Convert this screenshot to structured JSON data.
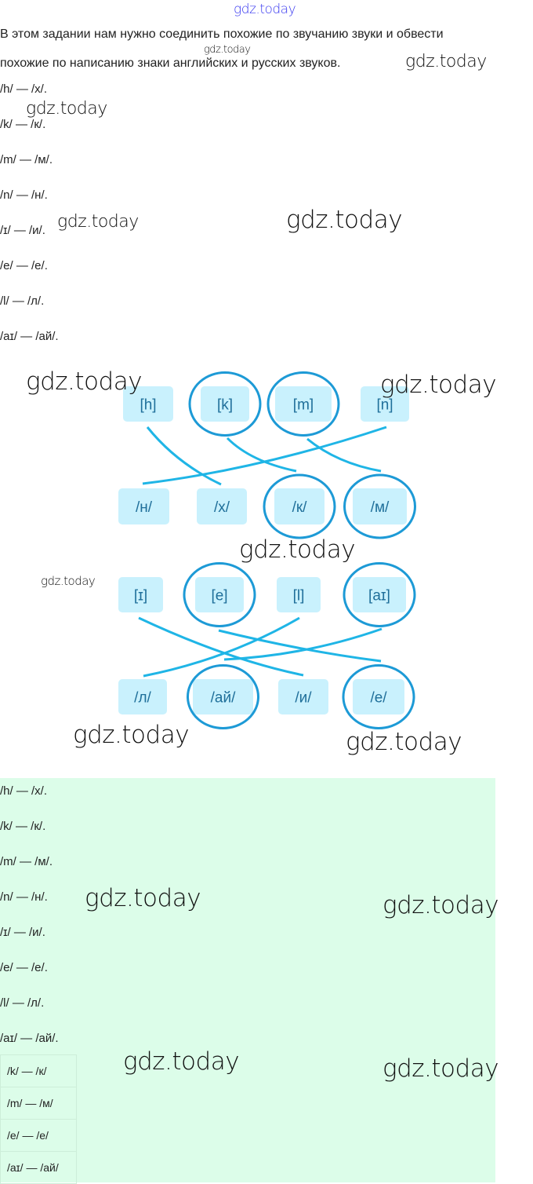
{
  "watermark": "gdz.today",
  "intro": [
    "В этом задании нам нужно соединить похожие по звучанию звуки и обвести",
    "похожие по написанию знаки английских и русских звуков."
  ],
  "pairs": [
    "/h/ — /x/.",
    "/k/ — /к/.",
    "/m/ — /м/.",
    "/n/ — /н/.",
    "/ɪ/ — /и/.",
    "/e/ — /е/.",
    "/l/ — /л/.",
    "/aɪ/ — /ай/."
  ],
  "diagram": {
    "row1": [
      "[h]",
      "[k]",
      "[m]",
      "[n]"
    ],
    "row2": [
      "/н/",
      "/х/",
      "/к/",
      "/м/"
    ],
    "row3": [
      "[ɪ]",
      "[e]",
      "[l]",
      "[aɪ]"
    ],
    "row4": [
      "/л/",
      "/ай/",
      "/и/",
      "/е/"
    ],
    "line_color": "#1fb5e6",
    "box_color": "#c9f1fd",
    "circle_color": "#1d9ad6"
  },
  "answer_pairs": [
    "/h/ — /x/.",
    "/k/ — /к/.",
    "/m/ — /м/.",
    "/n/ — /н/.",
    "/ɪ/ — /и/.",
    "/e/ — /е/.",
    "/l/ — /л/.",
    "/aɪ/ — /ай/."
  ],
  "table": [
    "/k/ — /к/",
    "/m/ — /м/",
    "/e/ — /е/",
    "/aɪ/ — /ай/"
  ]
}
